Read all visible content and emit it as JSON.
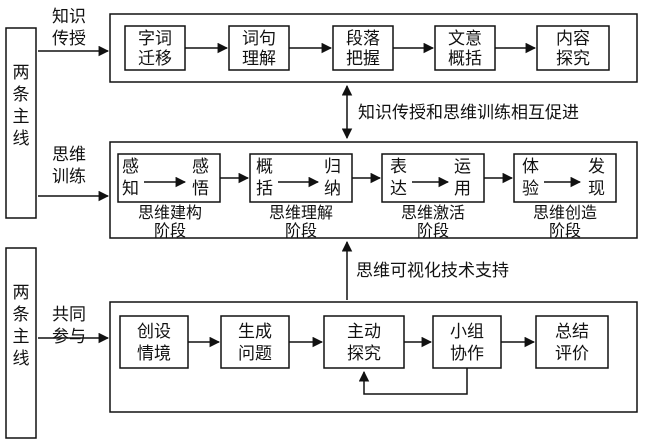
{
  "top_label": [
    "两",
    "条",
    "主",
    "线"
  ],
  "bottom_label": [
    "两",
    "条",
    "主",
    "线"
  ],
  "rows": {
    "knowledge": {
      "lead": [
        "知识",
        "传授"
      ],
      "steps": [
        [
          "字词",
          "迁移"
        ],
        [
          "词句",
          "理解"
        ],
        [
          "段落",
          "把握"
        ],
        [
          "文意",
          "概括"
        ],
        [
          "内容",
          "探究"
        ]
      ]
    },
    "thinking": {
      "lead": [
        "思维",
        "训练"
      ],
      "steps": [
        {
          "left": [
            "感",
            "知"
          ],
          "right": [
            "感",
            "悟"
          ],
          "phase": [
            "思维建构",
            "阶段"
          ]
        },
        {
          "left": [
            "概",
            "括"
          ],
          "right": [
            "归",
            "纳"
          ],
          "phase": [
            "思维理解",
            "阶段"
          ]
        },
        {
          "left": [
            "表",
            "达"
          ],
          "right": [
            "运",
            "用"
          ],
          "phase": [
            "思维激活",
            "阶段"
          ]
        },
        {
          "left": [
            "体",
            "验"
          ],
          "right": [
            "发",
            "现"
          ],
          "phase": [
            "思维创造",
            "阶段"
          ]
        }
      ]
    },
    "participation": {
      "lead": [
        "共同",
        "参与"
      ],
      "steps": [
        [
          "创设",
          "情境"
        ],
        [
          "生成",
          "问题"
        ],
        [
          "主动",
          "探究"
        ],
        [
          "小组",
          "协作"
        ],
        [
          "总结",
          "评价"
        ]
      ]
    }
  },
  "notes": {
    "mutual": "知识传授和思维训练相互促进",
    "support": "思维可视化技术支持"
  }
}
